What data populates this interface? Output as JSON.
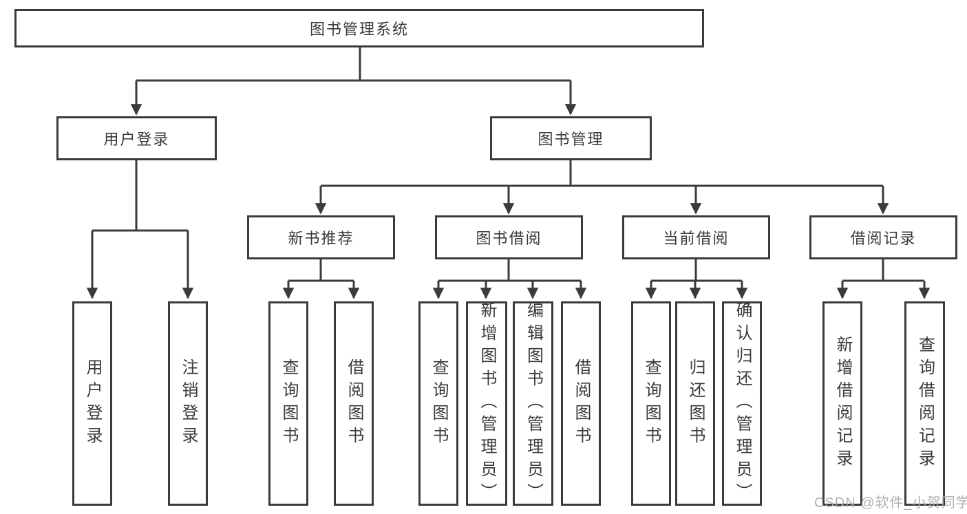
{
  "diagram": {
    "root": {
      "label": "图书管理系统"
    },
    "level2": [
      {
        "id": "user-login",
        "label": "用户登录"
      },
      {
        "id": "book-management",
        "label": "图书管理"
      }
    ],
    "level3": [
      {
        "id": "new-book-recommend",
        "label": "新书推荐"
      },
      {
        "id": "book-borrowing",
        "label": "图书借阅"
      },
      {
        "id": "current-borrowing",
        "label": "当前借阅"
      },
      {
        "id": "borrowing-records",
        "label": "借阅记录"
      }
    ],
    "leaves": [
      {
        "parent": "user-login",
        "label": "用户登录"
      },
      {
        "parent": "user-login",
        "label": "注销登录"
      },
      {
        "parent": "new-book-recommend",
        "label": "查询图书"
      },
      {
        "parent": "new-book-recommend",
        "label": "借阅图书"
      },
      {
        "parent": "book-borrowing",
        "label": "查询图书"
      },
      {
        "parent": "book-borrowing",
        "label": "新增图书（管理员）"
      },
      {
        "parent": "book-borrowing",
        "label": "编辑图书（管理员）"
      },
      {
        "parent": "book-borrowing",
        "label": "借阅图书"
      },
      {
        "parent": "current-borrowing",
        "label": "查询图书"
      },
      {
        "parent": "current-borrowing",
        "label": "归还图书"
      },
      {
        "parent": "current-borrowing",
        "label": "确认归还（管理员）"
      },
      {
        "parent": "borrowing-records",
        "label": "新增借阅记录"
      },
      {
        "parent": "borrowing-records",
        "label": "查询借阅记录"
      }
    ],
    "watermark": "CSDN @软件_小贺同学",
    "colors": {
      "line": "#3b3b3b",
      "text": "#3a3a3a",
      "watermark": "#ababab",
      "background": "#ffffff"
    }
  }
}
